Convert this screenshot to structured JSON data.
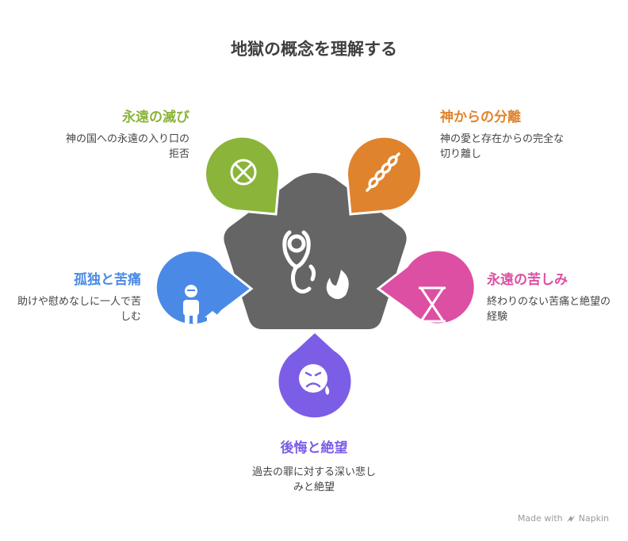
{
  "title": "地獄の概念を理解する",
  "items": [
    {
      "heading": "永遠の滅び",
      "description": "神の国への永遠の入り口の拒否",
      "color": "#8ab43a",
      "icon": "x-circle-icon"
    },
    {
      "heading": "神からの分離",
      "description": "神の愛と存在からの完全な切り離し",
      "color": "#e0832d",
      "icon": "broken-chain-icon"
    },
    {
      "heading": "永遠の苦しみ",
      "description": "終わりのない苦痛と絶望の経験",
      "color": "#dd4fa3",
      "icon": "hourglass-icon"
    },
    {
      "heading": "後悔と絶望",
      "description": "過去の罪に対する深い悲しみと絶望",
      "color": "#7c5ee6",
      "icon": "sad-face-tear-icon"
    },
    {
      "heading": "孤独と苦痛",
      "description": "助けや慰めなしに一人で苦しむ",
      "color": "#4a8ae6",
      "icon": "lonely-person-house-icon"
    }
  ],
  "center": {
    "color": "#656565",
    "icon": "figure-with-flames-icon"
  },
  "footer": {
    "label": "Made with",
    "brand": "Napkin"
  }
}
